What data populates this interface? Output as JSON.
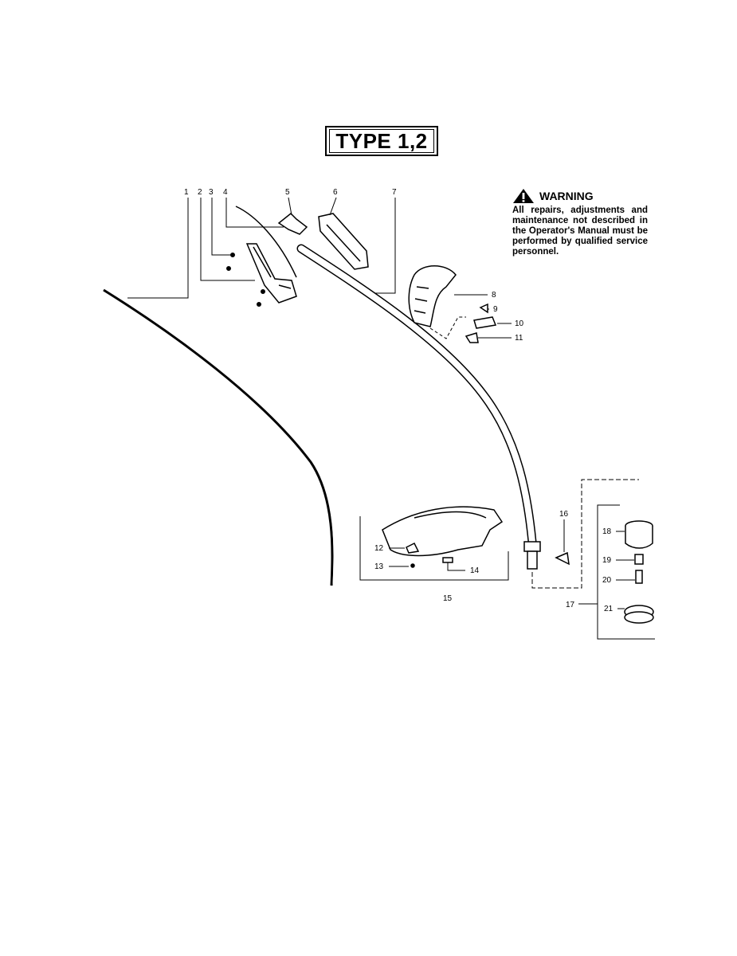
{
  "title": "TYPE 1,2",
  "warning": {
    "heading": "WARNING",
    "text": "All repairs, adjustments and maintenance not described in the Operator's Manual must be performed by qualified service personnel."
  },
  "callouts": [
    "1",
    "2",
    "3",
    "4",
    "5",
    "6",
    "7",
    "8",
    "9",
    "10",
    "11",
    "12",
    "13",
    "14",
    "15",
    "16",
    "17",
    "18",
    "19",
    "20",
    "21"
  ]
}
